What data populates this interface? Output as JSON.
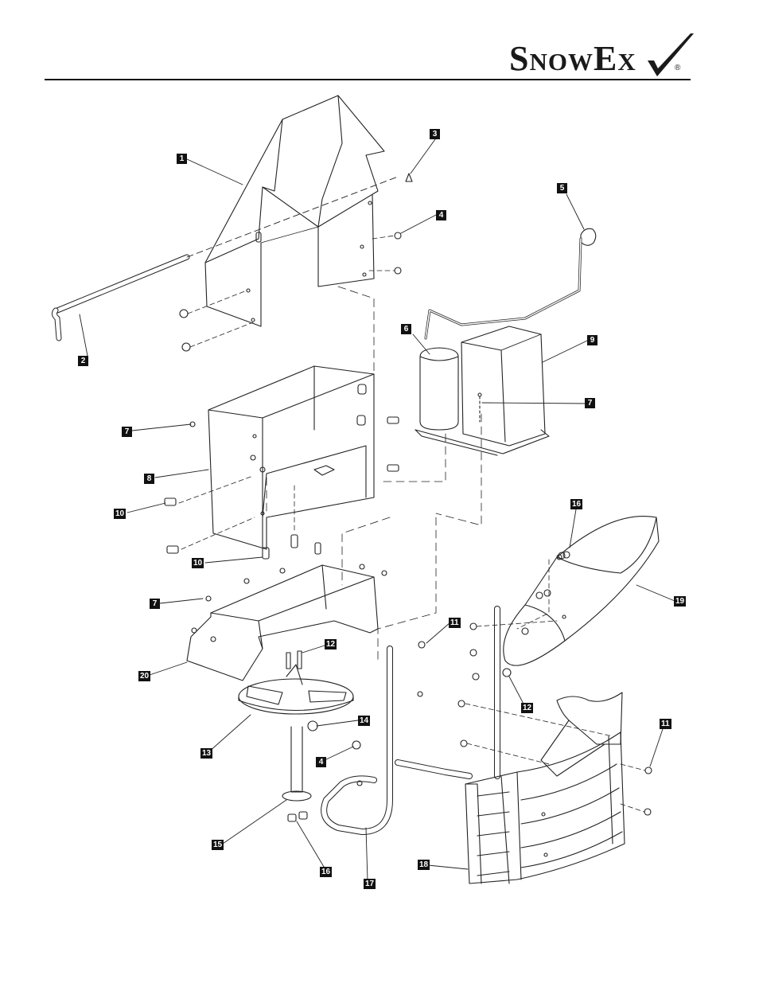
{
  "brand": {
    "name": "SnowEx",
    "trademark": "®"
  },
  "callouts": [
    {
      "id": "c1",
      "label": "1"
    },
    {
      "id": "c2",
      "label": "2"
    },
    {
      "id": "c3",
      "label": "3"
    },
    {
      "id": "c4a",
      "label": "4"
    },
    {
      "id": "c5",
      "label": "5"
    },
    {
      "id": "c6",
      "label": "6"
    },
    {
      "id": "c9",
      "label": "9"
    },
    {
      "id": "c7a",
      "label": "7"
    },
    {
      "id": "c7b",
      "label": "7"
    },
    {
      "id": "c8",
      "label": "8"
    },
    {
      "id": "c10a",
      "label": "10"
    },
    {
      "id": "c10b",
      "label": "10"
    },
    {
      "id": "c16a",
      "label": "16"
    },
    {
      "id": "c19",
      "label": "19"
    },
    {
      "id": "c7c",
      "label": "7"
    },
    {
      "id": "c11a",
      "label": "11"
    },
    {
      "id": "c12a",
      "label": "12"
    },
    {
      "id": "c12b",
      "label": "12"
    },
    {
      "id": "c20",
      "label": "20"
    },
    {
      "id": "c14",
      "label": "14"
    },
    {
      "id": "c13",
      "label": "13"
    },
    {
      "id": "c11b",
      "label": "11"
    },
    {
      "id": "c4b",
      "label": "4"
    },
    {
      "id": "c15",
      "label": "15"
    },
    {
      "id": "c16b",
      "label": "16"
    },
    {
      "id": "c17",
      "label": "17"
    },
    {
      "id": "c18",
      "label": "18"
    }
  ]
}
